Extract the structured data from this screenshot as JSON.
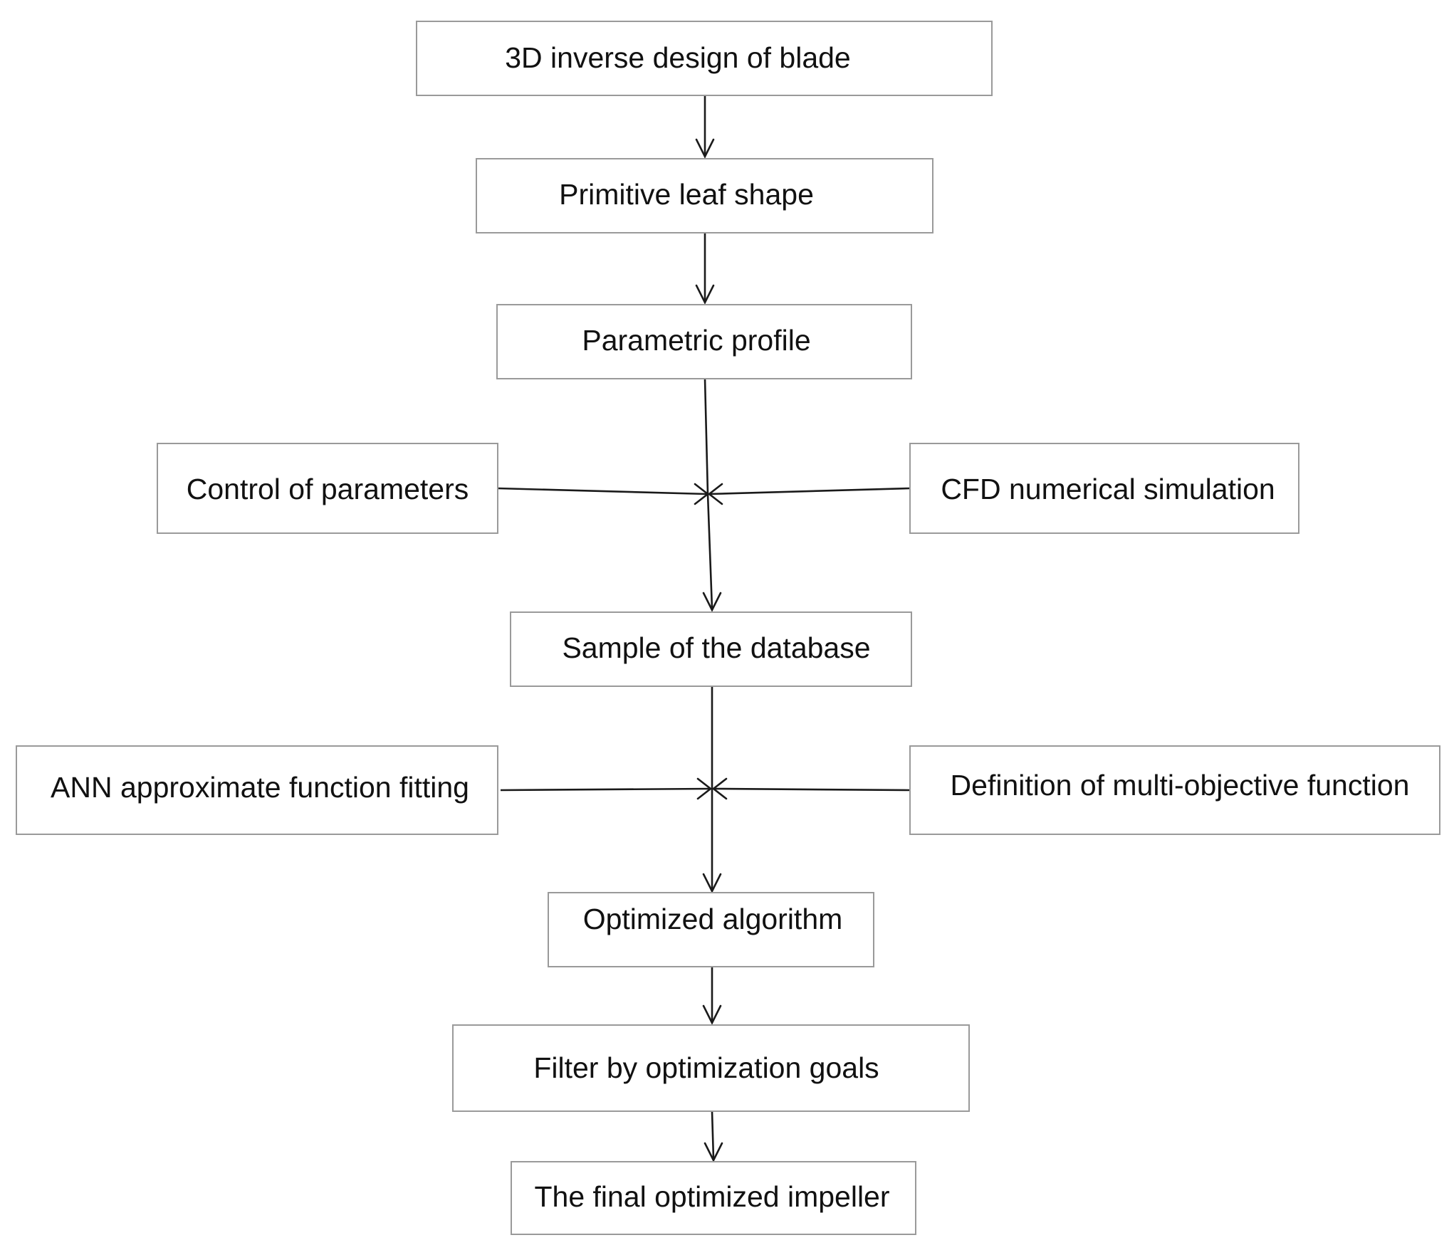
{
  "nodes": {
    "inverse_design": "3D inverse design of blade",
    "primitive_leaf": "Primitive leaf shape",
    "parametric_profile": "Parametric profile",
    "control_parameters": "Control of parameters",
    "cfd_simulation": "CFD numerical simulation",
    "sample_database": "Sample of the database",
    "ann_fitting": "ANN approximate function fitting",
    "multi_objective": "Definition of multi-objective function",
    "optimized_algorithm": "Optimized algorithm",
    "filter_goals": "Filter by optimization goals",
    "final_impeller": "The final optimized impeller"
  },
  "edges": [
    {
      "from": "inverse_design",
      "to": "primitive_leaf"
    },
    {
      "from": "primitive_leaf",
      "to": "parametric_profile"
    },
    {
      "from": "parametric_profile",
      "to": "sample_database"
    },
    {
      "from": "control_parameters",
      "to": "sample_database"
    },
    {
      "from": "cfd_simulation",
      "to": "sample_database"
    },
    {
      "from": "sample_database",
      "to": "optimized_algorithm"
    },
    {
      "from": "ann_fitting",
      "to": "optimized_algorithm"
    },
    {
      "from": "multi_objective",
      "to": "optimized_algorithm"
    },
    {
      "from": "optimized_algorithm",
      "to": "filter_goals"
    },
    {
      "from": "filter_goals",
      "to": "final_impeller"
    }
  ]
}
